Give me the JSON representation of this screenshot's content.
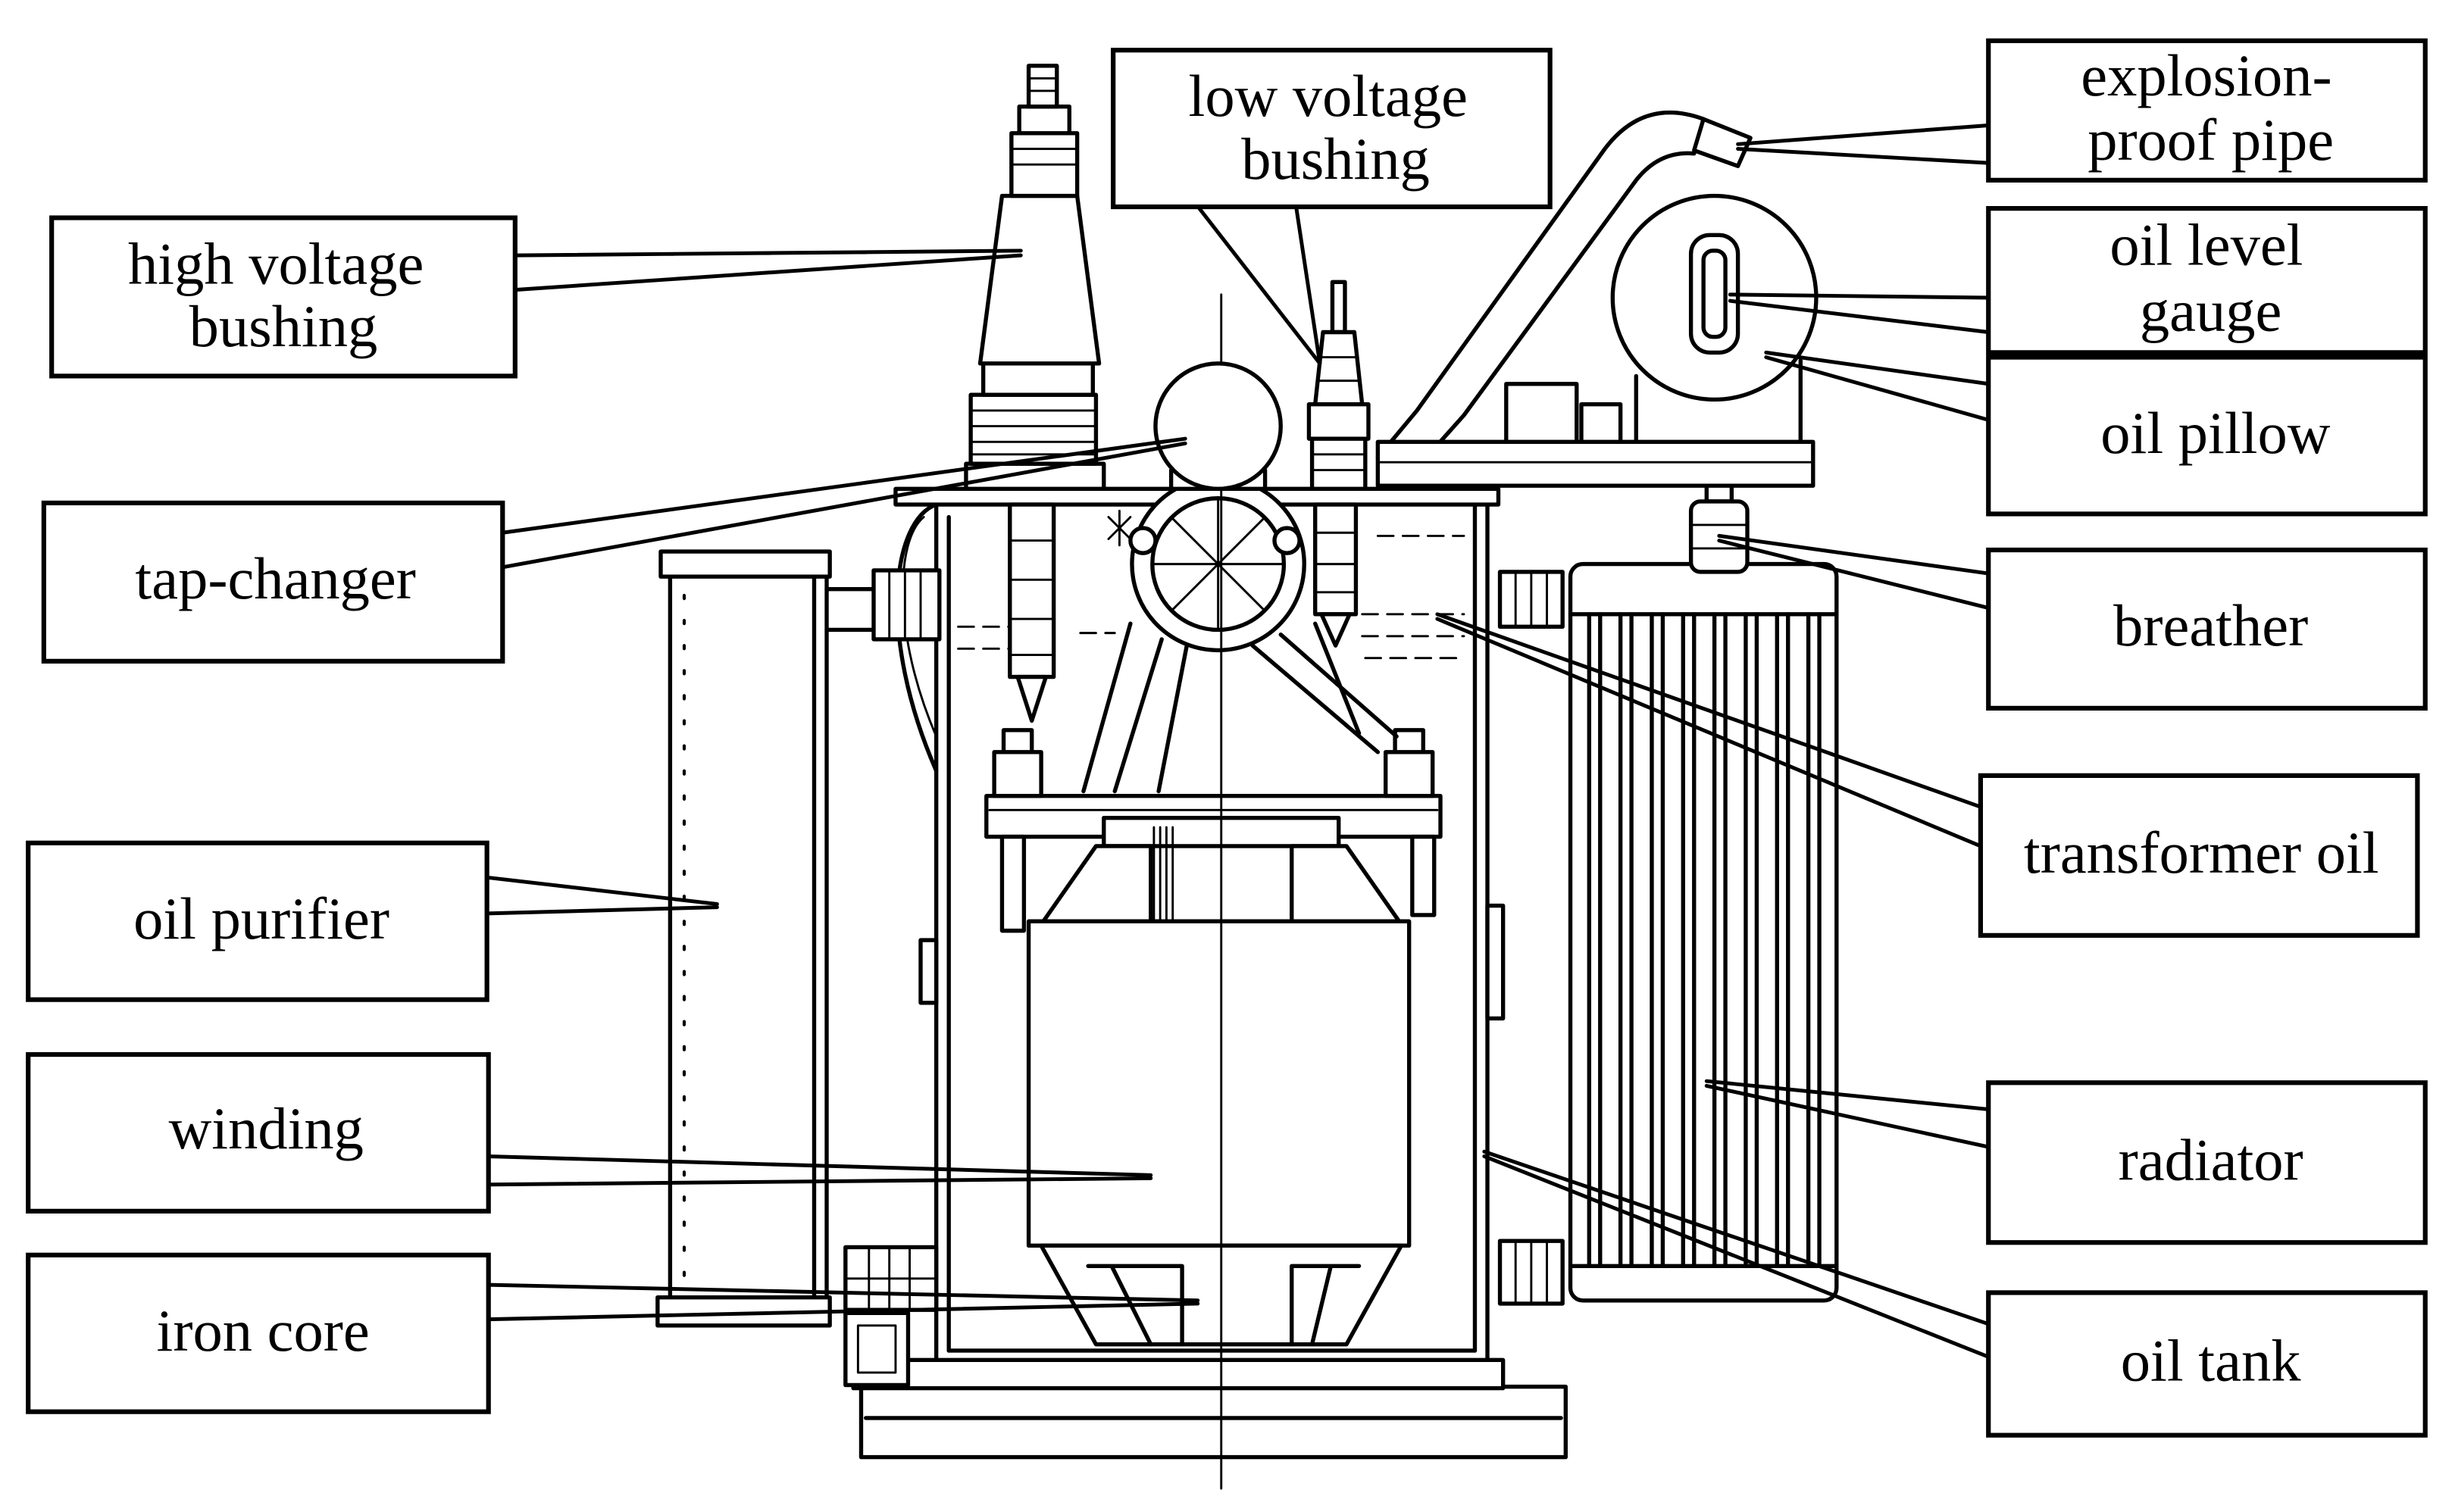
{
  "colors": {
    "ink": "#000000",
    "paper": "#ffffff"
  },
  "labels": {
    "high_voltage_bushing": [
      "high voltage",
      "bushing"
    ],
    "low_voltage_bushing": [
      "low voltage",
      "bushing"
    ],
    "explosion_proof_pipe": [
      "explosion-",
      "proof pipe"
    ],
    "oil_level_gauge": [
      "oil level",
      "gauge"
    ],
    "oil_pillow": [
      "oil pillow"
    ],
    "tap_changer": [
      "tap-changer"
    ],
    "breather": [
      "breather"
    ],
    "transformer_oil": [
      "transformer oil"
    ],
    "oil_purifier": [
      "oil purifier"
    ],
    "winding": [
      "winding"
    ],
    "iron_core": [
      "iron core"
    ],
    "radiator": [
      "radiator"
    ],
    "oil_tank": [
      "oil tank"
    ]
  }
}
